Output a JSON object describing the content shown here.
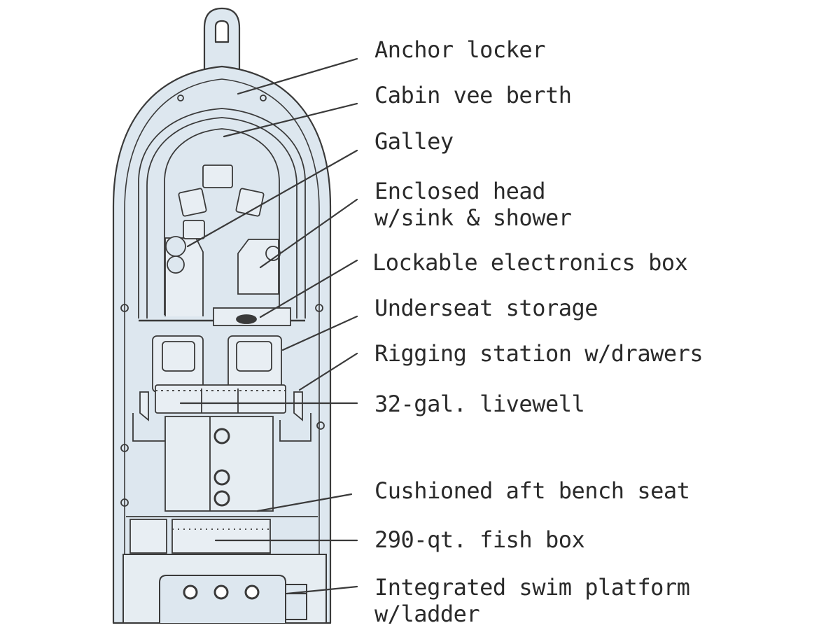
{
  "diagram": {
    "labels": [
      {
        "id": "anchor-locker",
        "lines": [
          "Anchor locker"
        ]
      },
      {
        "id": "cabin-vee-berth",
        "lines": [
          "Cabin vee berth"
        ]
      },
      {
        "id": "galley",
        "lines": [
          "Galley"
        ]
      },
      {
        "id": "enclosed-head",
        "lines": [
          "Enclosed head",
          "w/sink & shower"
        ]
      },
      {
        "id": "electronics-box",
        "lines": [
          "Lockable electronics box"
        ]
      },
      {
        "id": "underseat-storage",
        "lines": [
          "Underseat storage"
        ]
      },
      {
        "id": "rigging-station",
        "lines": [
          "Rigging station w/drawers"
        ]
      },
      {
        "id": "livewell",
        "lines": [
          "32-gal. livewell"
        ]
      },
      {
        "id": "aft-bench-seat",
        "lines": [
          "Cushioned aft bench seat"
        ]
      },
      {
        "id": "fish-box",
        "lines": [
          "290-qt. fish box"
        ]
      },
      {
        "id": "swim-platform",
        "lines": [
          "Integrated swim platform",
          "w/ladder"
        ]
      }
    ]
  },
  "colors": {
    "hull_fill": "#dde7ef",
    "outline": "#3a3a3a",
    "leader": "#3a3a3a",
    "text": "#2a2a2a",
    "background": "#ffffff"
  }
}
